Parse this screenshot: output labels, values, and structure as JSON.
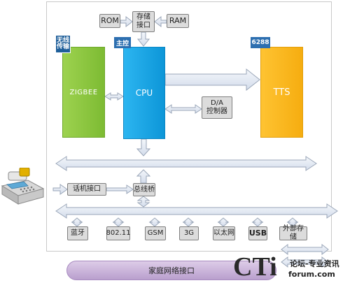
{
  "colors": {
    "zigbee": "#8dc63f",
    "cpu": "#1aa7e8",
    "tts": "#fdb913",
    "gray_box": "#dcdcdc",
    "arrow_fill": "#dbe3ef",
    "arrow_stroke": "#9aa6b8",
    "tag": "#1f5f9a",
    "bottom_bar": "#c9b3d6"
  },
  "boxes": {
    "rom": "ROM",
    "ram": "RAM",
    "storage": "存储接口",
    "zigbee": "ZIGBEE",
    "cpu": "CPU",
    "tts": "TTS",
    "da": "D/A\n控制器",
    "phone": "话机接口",
    "bridge": "总线桥"
  },
  "tags": {
    "wireless": "无线\n传输",
    "main": "主控",
    "chip": "6288"
  },
  "modules": [
    "蓝牙",
    "802.11",
    "GSM",
    "3G",
    "以太网",
    "USB",
    "外部存储"
  ],
  "bottom_label": "家庭网络接口",
  "watermark": {
    "logo": "CTi",
    "line1": "论坛-专业资讯",
    "line2": "forum.com"
  }
}
